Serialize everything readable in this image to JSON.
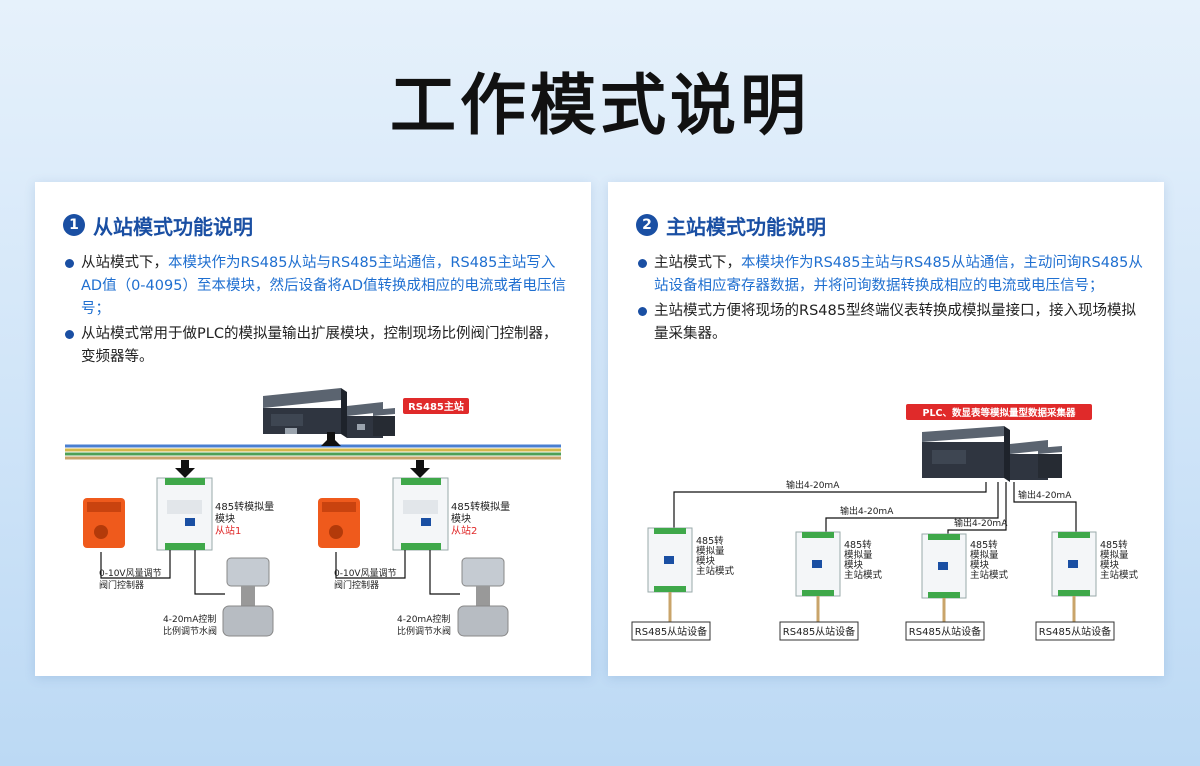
{
  "title": "工作模式说明",
  "left": {
    "num": "1",
    "heading": "从站模式功能说明",
    "b1_a": "从站模式下，",
    "b1_b": "本模块作为RS485从站与RS485主站通信，RS485主站写入AD值（0-4095）至本模块，然后设备将AD值转换成相应的电流或者电压信号；",
    "b2": "从站模式常用于做PLC的模拟量输出扩展模块，控制现场比例阀门控制器，变频器等。",
    "diagram": {
      "master_tag": "RS485主站",
      "module_label_1": "485转模拟量",
      "module_label_2": "模块",
      "slave1": "从站1",
      "slave2": "从站2",
      "damper_1": "0-10V风量调节",
      "damper_2": "阀门控制器",
      "valve_1": "4-20mA控制",
      "valve_2": "比例调节水阀"
    }
  },
  "right": {
    "num": "2",
    "heading": "主站模式功能说明",
    "b1_a": "主站模式下，",
    "b1_b": "本模块作为RS485主站与RS485从站通信，主动问询RS485从站设备相应寄存器数据，并将问询数据转换成相应的电流或电压信号；",
    "b2": "主站模式方便将现场的RS485型终端仪表转换成模拟量接口，接入现场模拟量采集器。",
    "diagram": {
      "collector_tag": "PLC、数显表等模拟量型数据采集器",
      "output": "输出4-20mA",
      "mod_1": "485转",
      "mod_2": "模拟量",
      "mod_3": "模块",
      "mod_4": "主站模式",
      "slave_device": "RS485从站设备"
    }
  },
  "colors": {
    "accent": "#1a4fa3",
    "highlight": "#1f6fd0",
    "red_label": "#e02a2a",
    "actuator": "#ef5a1c"
  }
}
